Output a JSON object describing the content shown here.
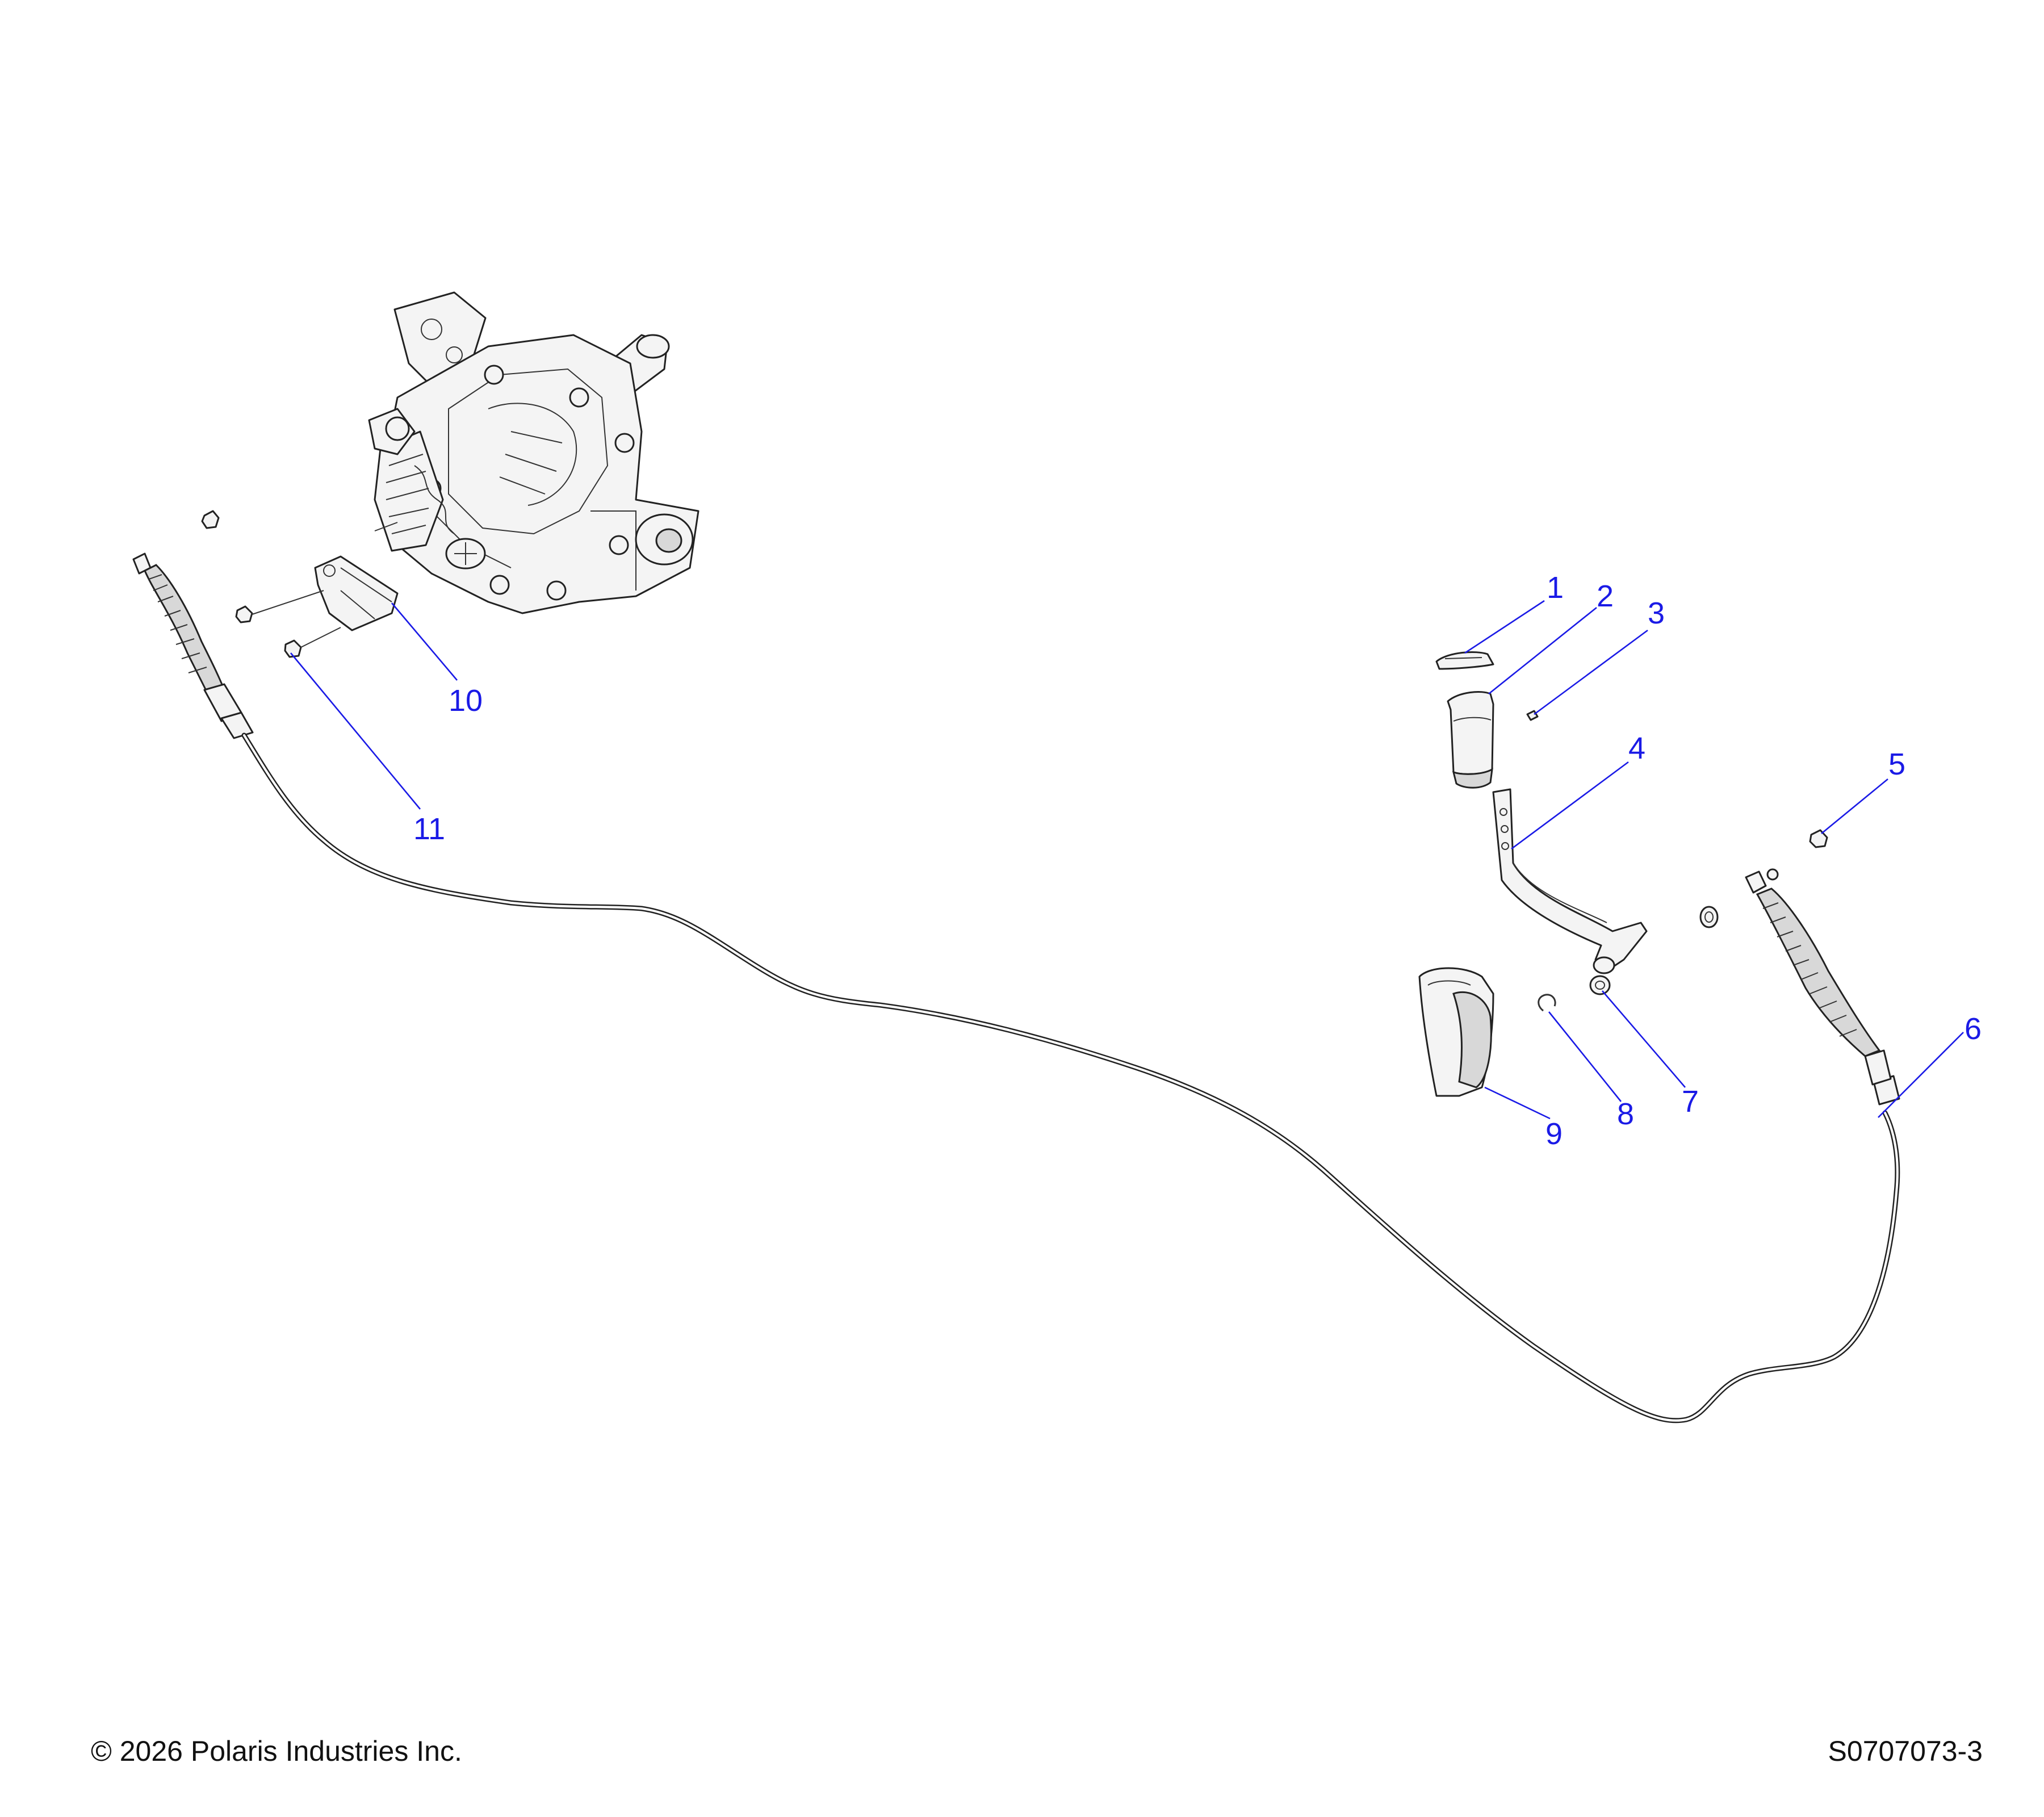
{
  "callouts": [
    {
      "number": "1",
      "part": "shift-knob-cap"
    },
    {
      "number": "2",
      "part": "shift-knob"
    },
    {
      "number": "3",
      "part": "set-screw"
    },
    {
      "number": "4",
      "part": "shift-lever"
    },
    {
      "number": "5",
      "part": "nut"
    },
    {
      "number": "6",
      "part": "shift-cable"
    },
    {
      "number": "7",
      "part": "bushing"
    },
    {
      "number": "8",
      "part": "retaining-clip"
    },
    {
      "number": "9",
      "part": "shift-boot"
    },
    {
      "number": "10",
      "part": "cable-bracket"
    },
    {
      "number": "11",
      "part": "bolt"
    }
  ],
  "footer": {
    "copyright": "© 2026 Polaris Industries Inc.",
    "diagram_id": "S0707073-3"
  }
}
